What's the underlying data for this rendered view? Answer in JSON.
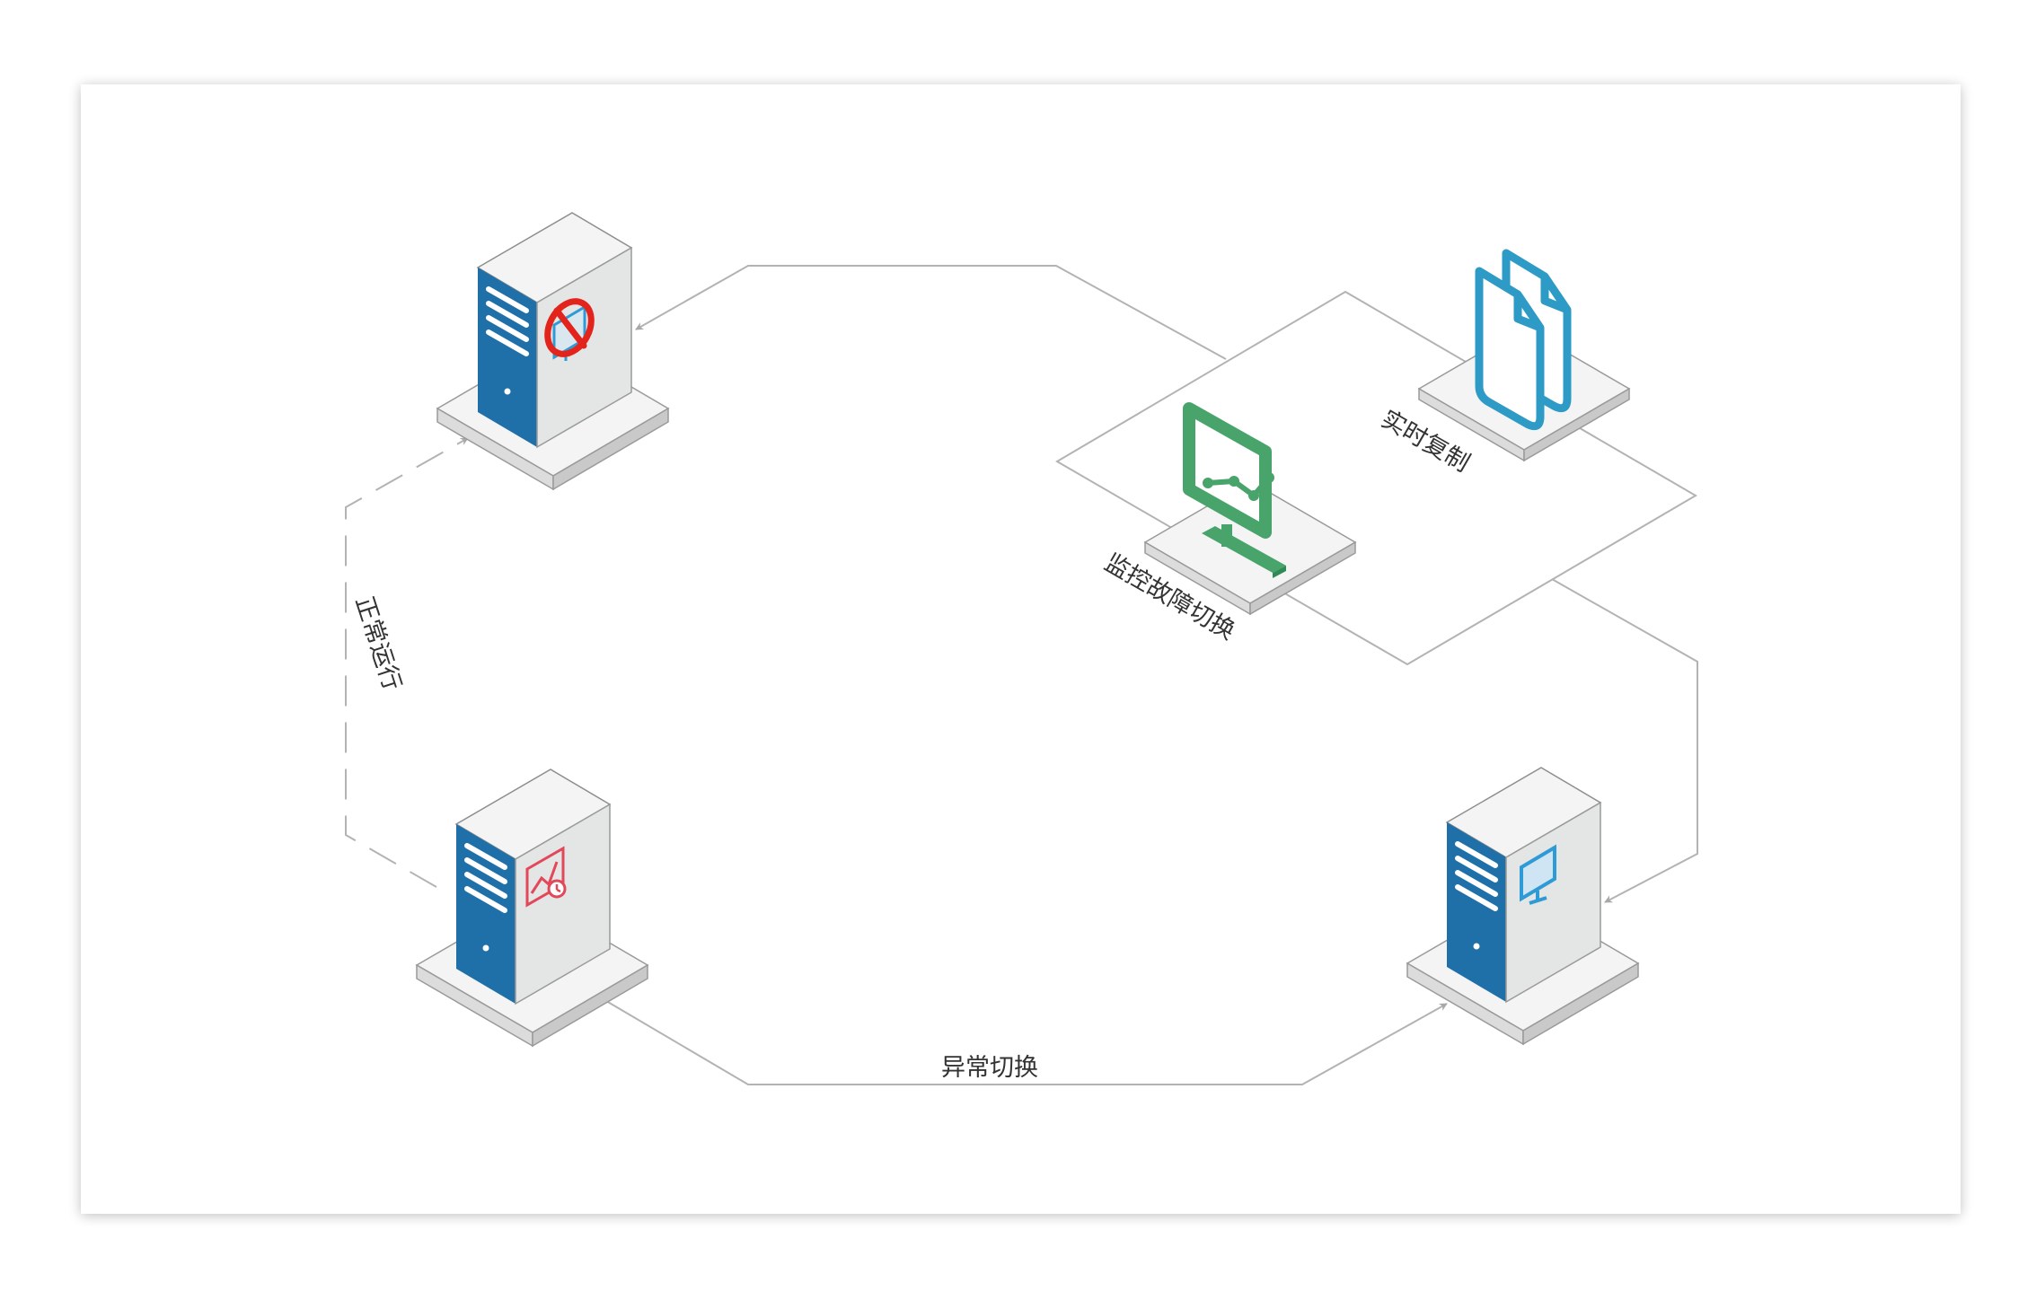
{
  "labels": {
    "normal_run": "正常运行",
    "abnormal_switch": "异常切换",
    "monitor_failover": "监控故障切换",
    "realtime_replication": "实时复制"
  },
  "icons": {
    "top_server_badge": "no-entry-icon",
    "bottom_left_server_badge": "chart-error-icon",
    "bottom_right_server_badge": "monitor-icon",
    "monitor_node": "monitor-chart-icon",
    "replication_node": "documents-icon"
  },
  "colors": {
    "server_front": "#1f6fa8",
    "server_side": "#e4e5e5",
    "server_top": "#f4f4f4",
    "connector": "#b3b3b3",
    "monitor_green": "#49a46c",
    "documents_blue": "#2e9ac6",
    "alert_red": "#e3241c",
    "chart_red": "#e2475a",
    "screen_blue": "#2f9bd6"
  }
}
